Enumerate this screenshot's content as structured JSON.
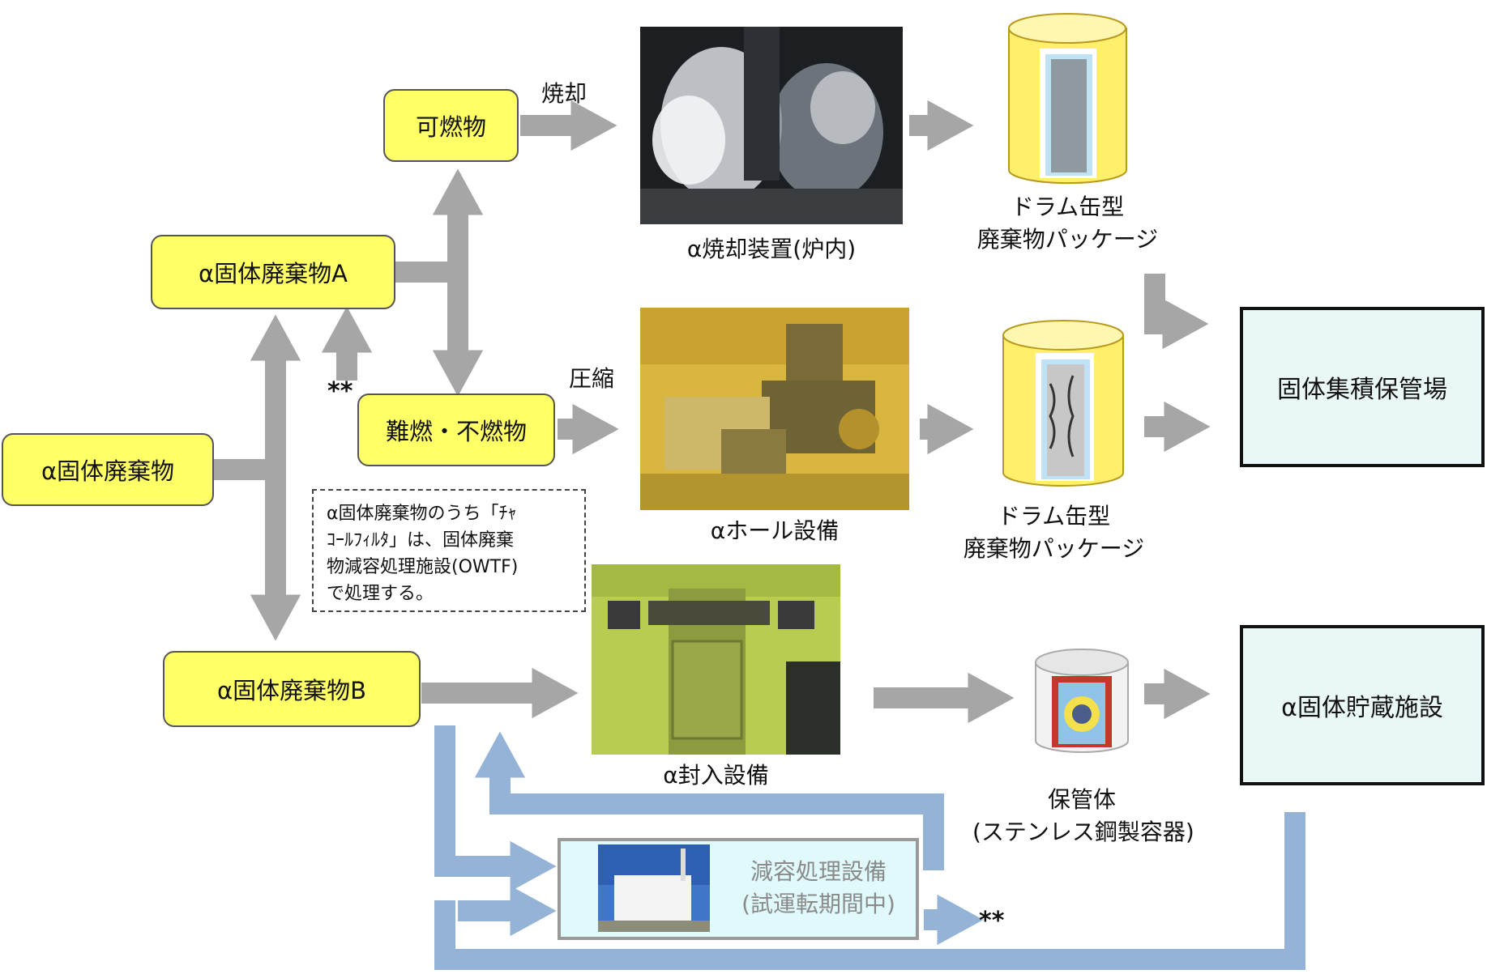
{
  "nodes": {
    "alpha_waste": "α固体廃棄物",
    "alpha_waste_a": "α固体廃棄物A",
    "alpha_waste_b": "α固体廃棄物B",
    "combustible": "可燃物",
    "noncombustible": "難燃・不燃物",
    "storage_integrated": "固体集積保管場",
    "storage_alpha": "α固体貯蔵施設"
  },
  "edges": {
    "incineration": "焼却",
    "compression": "圧縮",
    "return_mark_1": "**",
    "return_mark_2": "**"
  },
  "photos": {
    "incinerator": "α焼却装置(炉内)",
    "hall": "αホール設備",
    "encapsulation": "α封入設備"
  },
  "packages": {
    "drum1_line1": "ドラム缶型",
    "drum1_line2": "廃棄物パッケージ",
    "drum2_line1": "ドラム缶型",
    "drum2_line2": "廃棄物パッケージ",
    "container_line1": "保管体",
    "container_line2": "(ステンレス鋼製容器)"
  },
  "note": "α固体廃棄物のうち「ﾁｬ\nｺｰﾙﾌｨﾙﾀ」は、固体廃棄\n物減容処理施設(OWTF)\nで処理する。",
  "volume_reduction": {
    "line1": "減容処理設備",
    "line2": "(試運転期間中)"
  },
  "colors": {
    "node_fill": "#ffff66",
    "gray_arrow": "#a6a6a6",
    "blue_arrow": "#95b3d7",
    "storage_fill": "#eaf7f7"
  }
}
